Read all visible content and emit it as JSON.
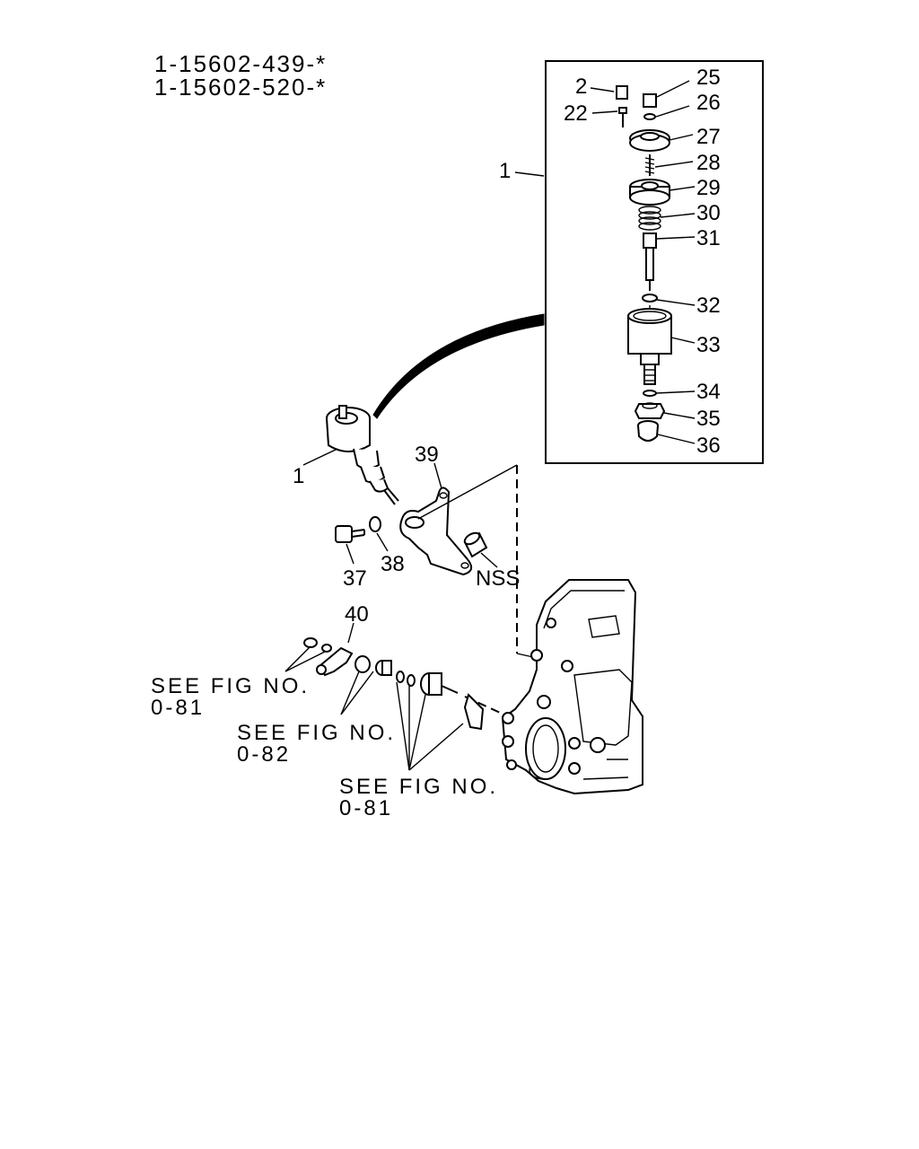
{
  "header": {
    "part_numbers": [
      "1-15602-439-*",
      "1-15602-520-*"
    ]
  },
  "callouts": {
    "inset": [
      "2",
      "22",
      "25",
      "26",
      "27",
      "28",
      "29",
      "30",
      "31",
      "32",
      "33",
      "34",
      "35",
      "36",
      "1"
    ],
    "main": [
      "1",
      "39",
      "37",
      "38",
      "NSS",
      "40"
    ]
  },
  "references": [
    {
      "line1": "SEE FIG NO.",
      "line2": "0-81"
    },
    {
      "line1": "SEE FIG NO.",
      "line2": "0-82"
    },
    {
      "line1": "SEE FIG NO.",
      "line2": "0-81"
    }
  ]
}
